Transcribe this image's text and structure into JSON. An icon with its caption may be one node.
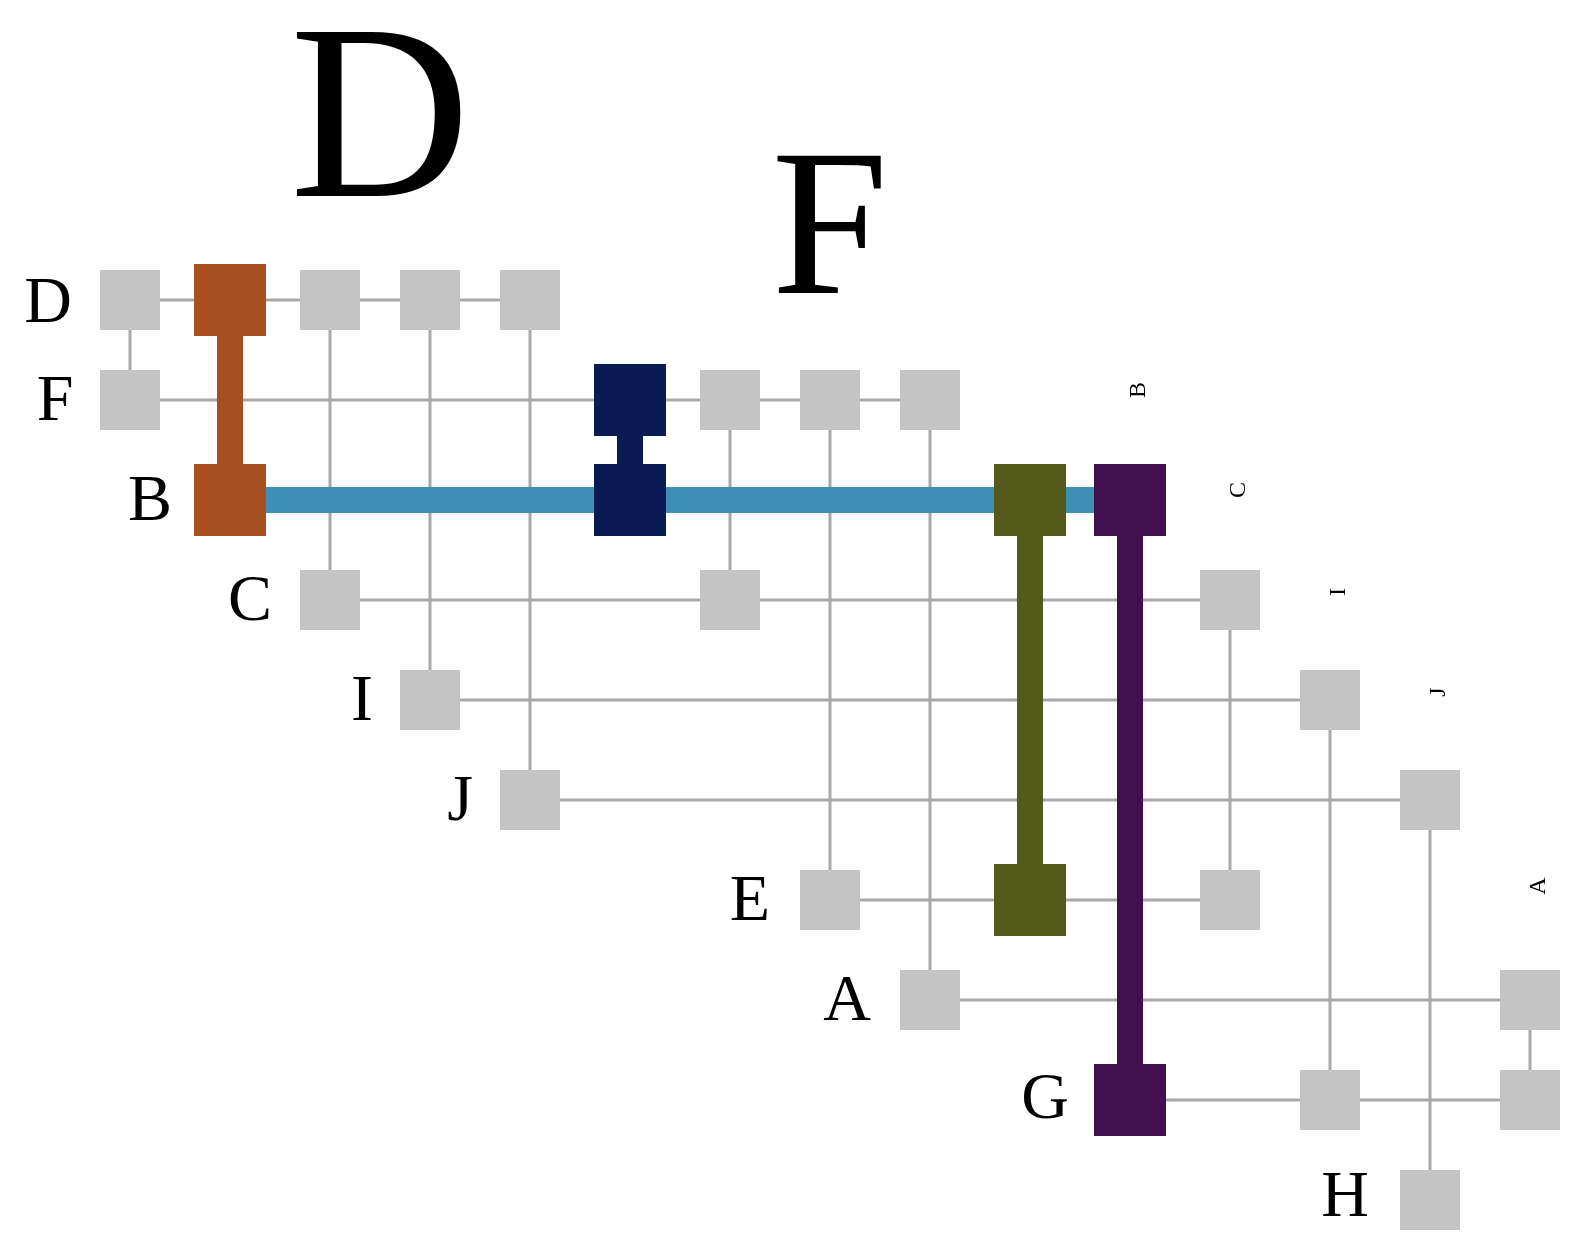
{
  "diagram": {
    "nodes": [
      {
        "text": [],
        "shape": "box"
      },
      {
        "text": [],
        "shape": "box"
      },
      {
        "text": [],
        "shape": "box"
      },
      {
        "text": [],
        "shape": "box"
      },
      {
        "text": [],
        "shape": "box"
      },
      {
        "text": [],
        "shape": "box"
      },
      {
        "text": [],
        "shape": "box"
      },
      {
        "text": [],
        "shape": "box"
      },
      {
        "text": [],
        "shape": "box"
      },
      {
        "text": [],
        "shape": "box"
      },
      {
        "text": [],
        "shape": "box"
      },
      {
        "text": [],
        "shape": "box"
      },
      {
        "text": [],
        "shape": "box"
      },
      {
        "text": [],
        "shape": "box"
      },
      {
        "text": [],
        "shape": "box"
      },
      {
        "text": [],
        "shape": "box"
      },
      {
        "text": [],
        "shape": "box"
      },
      {
        "text": [],
        "shape": "box"
      },
      {
        "text": [],
        "shape": "box"
      },
      {
        "text": [],
        "shape": "box"
      },
      {
        "text": [],
        "shape": "box"
      },
      {
        "text": [],
        "shape": "box"
      },
      {
        "text": [],
        "shape": "box"
      },
      {
        "text": [],
        "shape": "box"
      },
      {
        "text": [],
        "shape": "box"
      },
      {
        "text": [],
        "shape": "box"
      },
      {
        "text": [],
        "shape": "box"
      },
      {
        "text": [],
        "shape": "box"
      },
      {
        "text": [],
        "shape": "box"
      },
      {
        "text": [],
        "shape": "box"
      }
    ],
    "edges": [
      {
        "from": 0,
        "to": 1,
        "arrow": "none"
      },
      {
        "from": 1,
        "to": 2,
        "arrow": "none"
      },
      {
        "from": 2,
        "to": 3,
        "arrow": "none"
      },
      {
        "from": 3,
        "to": 4,
        "arrow": "none"
      },
      {
        "from": 0,
        "to": 5,
        "arrow": "none"
      },
      {
        "from": 5,
        "to": 6,
        "arrow": "none"
      },
      {
        "from": 6,
        "to": 7,
        "arrow": "none"
      },
      {
        "from": 7,
        "to": 8,
        "arrow": "none"
      },
      {
        "from": 8,
        "to": 9,
        "arrow": "none"
      },
      {
        "from": 2,
        "to": 14,
        "arrow": "none"
      },
      {
        "from": 3,
        "to": 17,
        "arrow": "none"
      },
      {
        "from": 4,
        "to": 19,
        "arrow": "none"
      },
      {
        "from": 7,
        "to": 15,
        "arrow": "none"
      },
      {
        "from": 8,
        "to": 21,
        "arrow": "none"
      },
      {
        "from": 9,
        "to": 24,
        "arrow": "none"
      },
      {
        "from": 14,
        "to": 15,
        "arrow": "none"
      },
      {
        "from": 15,
        "to": 16,
        "arrow": "none"
      },
      {
        "from": 16,
        "to": 23,
        "arrow": "none"
      },
      {
        "from": 17,
        "to": 18,
        "arrow": "none"
      },
      {
        "from": 18,
        "to": 27,
        "arrow": "none"
      },
      {
        "from": 19,
        "to": 20,
        "arrow": "none"
      },
      {
        "from": 20,
        "to": 29,
        "arrow": "none"
      },
      {
        "from": 21,
        "to": 22,
        "arrow": "none"
      },
      {
        "from": 22,
        "to": 23,
        "arrow": "none"
      },
      {
        "from": 24,
        "to": 25,
        "arrow": "none"
      },
      {
        "from": 25,
        "to": 28,
        "arrow": "none"
      },
      {
        "from": 26,
        "to": 27,
        "arrow": "none"
      },
      {
        "from": 27,
        "to": 28,
        "arrow": "none"
      },
      {
        "from": 10,
        "to": 11,
        "arrow": "none",
        "style": "thick",
        "color": "#3d8fb6"
      },
      {
        "from": 11,
        "to": 12,
        "arrow": "none",
        "style": "thick",
        "color": "#3d8fb6"
      },
      {
        "from": 12,
        "to": 13,
        "arrow": "none",
        "style": "thick",
        "color": "#3d8fb6"
      },
      {
        "from": 1,
        "to": 10,
        "arrow": "none",
        "style": "thick",
        "color": "#a84f1f"
      },
      {
        "from": 6,
        "to": 11,
        "arrow": "none",
        "style": "thick",
        "color": "#0a1a55"
      },
      {
        "from": 12,
        "to": 22,
        "arrow": "none",
        "style": "thick",
        "color": "#545a1a"
      },
      {
        "from": 13,
        "to": 26,
        "arrow": "none",
        "style": "thick",
        "color": "#43104f"
      }
    ],
    "labels": [
      "D",
      "F",
      "D",
      "B",
      "F",
      "C",
      "B",
      "I",
      "C",
      "J",
      "I",
      "J",
      "A",
      "E",
      "A",
      "G",
      "H"
    ]
  }
}
